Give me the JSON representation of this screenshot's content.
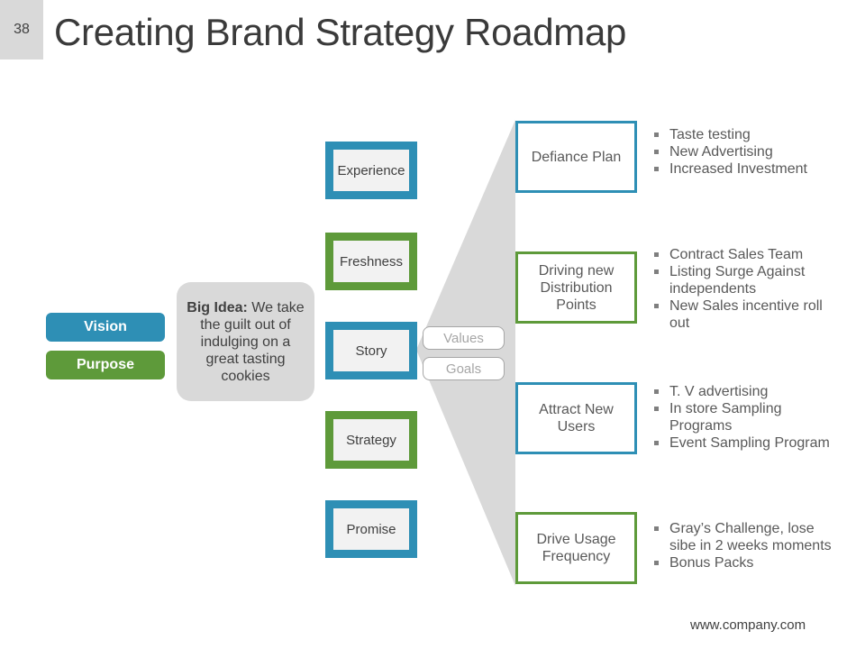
{
  "slide": {
    "number": "38",
    "title": "Creating Brand Strategy Roadmap",
    "footer": "www.company.com"
  },
  "left": {
    "vision": "Vision",
    "purpose": "Purpose",
    "big_idea_bold": "Big Idea:",
    "big_idea_text": " We take the guilt out of indulging on a great tasting cookies"
  },
  "middle": {
    "boxes": [
      "Experience",
      "Freshness",
      "Story",
      "Strategy",
      "Promise"
    ],
    "tags": [
      "Values",
      "Goals"
    ]
  },
  "right": {
    "items": [
      {
        "label": "Defiance Plan",
        "bullets": [
          "Taste testing",
          "New Advertising",
          "Increased Investment"
        ]
      },
      {
        "label": "Driving new Distribution Points",
        "bullets": [
          "Contract Sales Team",
          "Listing Surge Against independents",
          "New Sales incentive roll out"
        ]
      },
      {
        "label": "Attract New Users",
        "bullets": [
          "T. V advertising",
          "In store Sampling Programs",
          "Event Sampling Program"
        ]
      },
      {
        "label": "Drive Usage Frequency",
        "bullets": [
          "Gray’s Challenge, lose sibe in 2 weeks moments",
          "Bonus Packs"
        ]
      }
    ]
  },
  "colors": {
    "blue": "#2e8fb5",
    "green": "#5e9a3a",
    "gray": "#d9d9d9"
  }
}
